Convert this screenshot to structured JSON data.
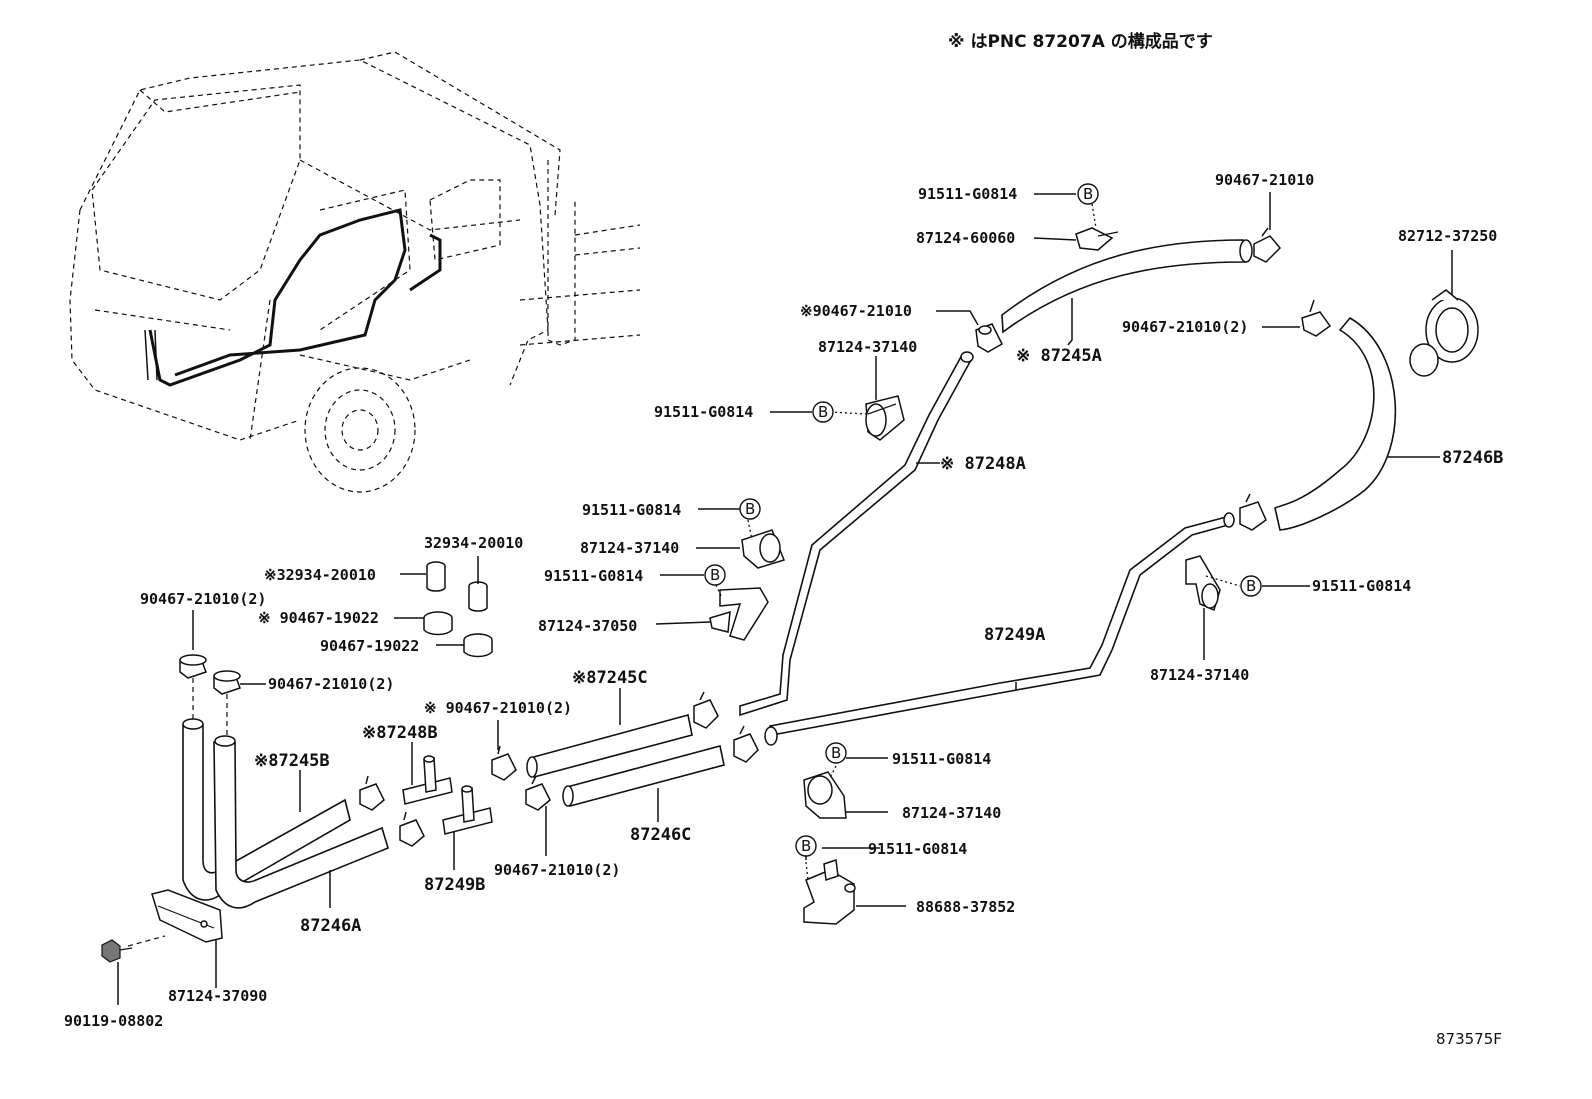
{
  "note": {
    "text": "※ はPNC 87207A の構成品です"
  },
  "drawing_code": "873575F",
  "circle_marker": "B",
  "labels": {
    "l01": "91511-G0814",
    "l02": "87124-60060",
    "l03": "90467-21010",
    "l04": "82712-37250",
    "l05": "※90467-21010",
    "l06": "※ 87245A",
    "l07": "90467-21010(2)",
    "l08": "87124-37140",
    "l09": "91511-G0814",
    "l10": "※ 87248A",
    "l11": "87246B",
    "l12": "91511-G0814",
    "l13": "87124-37140",
    "l14": "32934-20010",
    "l15": "※32934-20010",
    "l16": "91511-G0814",
    "l17": "90467-21010(2)",
    "l18": "※ 90467-19022",
    "l19": "87124-37050",
    "l20": "91511-G0814",
    "l21": "90467-19022",
    "l22": "87249A",
    "l23": "87124-37140",
    "l24": "90467-21010(2)",
    "l25": "※87245C",
    "l26": "※ 90467-21010(2)",
    "l27": "※87248B",
    "l28": "※87245B",
    "l29": "91511-G0814",
    "l30": "87124-37140",
    "l31": "87246C",
    "l32": "91511-G0814",
    "l33": "90467-21010(2)",
    "l34": "87249B",
    "l35": "88688-37852",
    "l36": "87246A",
    "l37": "87124-37090",
    "l38": "90119-08802"
  }
}
